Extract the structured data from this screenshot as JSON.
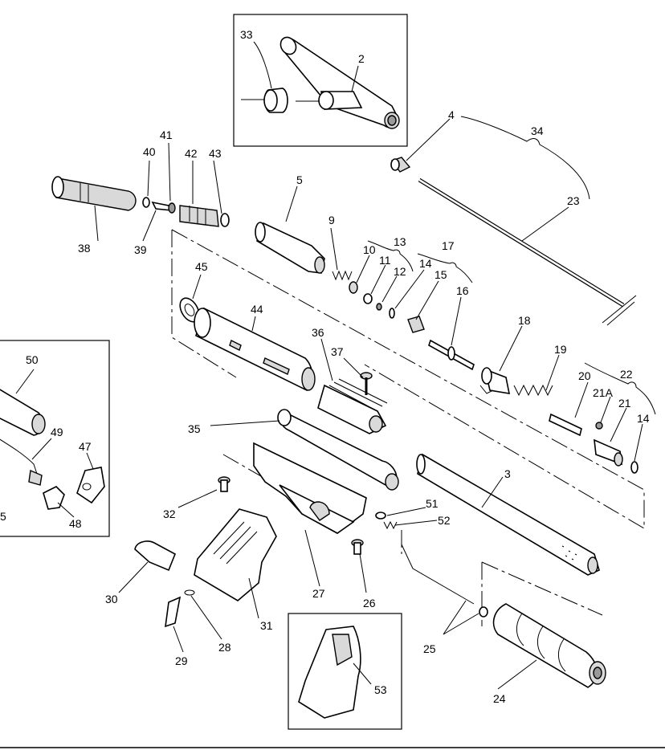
{
  "labels": {
    "p33": "33",
    "p2": "2",
    "p4": "4",
    "p34": "34",
    "p23": "23",
    "p40": "40",
    "p41": "41",
    "p42": "42",
    "p43": "43",
    "p5": "5",
    "p38": "38",
    "p39": "39",
    "p9": "9",
    "p13": "13",
    "p17": "17",
    "p10": "10",
    "p11": "11",
    "p12": "12",
    "p14a": "14",
    "p15": "15",
    "p16": "16",
    "p45": "45",
    "p44": "44",
    "p36": "36",
    "p37": "37",
    "p18": "18",
    "p19": "19",
    "p50": "50",
    "p20": "20",
    "p22": "22",
    "p21A": "21A",
    "p21": "21",
    "p14b": "14",
    "p49": "49",
    "p47": "47",
    "p35": "35",
    "p3": "3",
    "p32": "32",
    "p51": "51",
    "p52": "52",
    "p5b": "5",
    "p48": "48",
    "p30": "30",
    "p27": "27",
    "p26": "26",
    "p31": "31",
    "p29": "29",
    "p28": "28",
    "p25": "25",
    "p53": "53",
    "p24": "24"
  }
}
